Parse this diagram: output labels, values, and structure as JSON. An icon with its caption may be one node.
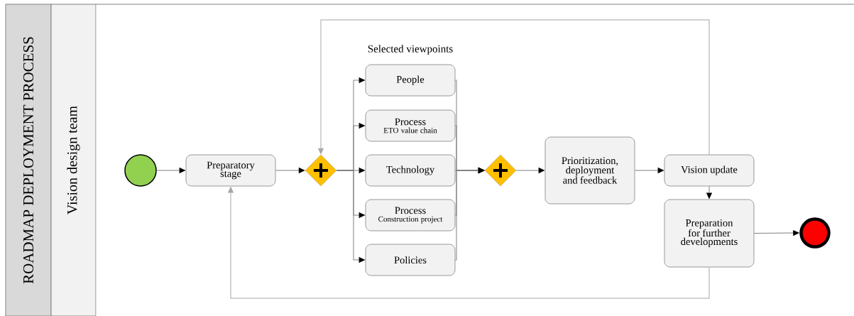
{
  "diagram": {
    "nodes": [
      {
        "text": [
          "ROADMAP DEPLOYMENT PROCESS"
        ]
      },
      {
        "text": [
          "Vision design team"
        ]
      },
      {
        "text": [],
        "shape": "circle"
      },
      {
        "text": [
          "Preparatory stage"
        ]
      },
      {
        "text": [],
        "shape": "diamond"
      },
      {
        "text": [
          "People"
        ]
      },
      {
        "text": [
          "Process",
          "ETO value chain"
        ]
      },
      {
        "text": [
          "Technology"
        ]
      },
      {
        "text": [
          "Process",
          "Construction project"
        ]
      },
      {
        "text": [
          "Policies"
        ]
      },
      {
        "text": [],
        "shape": "diamond"
      },
      {
        "text": [
          "Prioritization, deployment and feedback"
        ]
      },
      {
        "text": [
          "Vision update"
        ]
      },
      {
        "text": [
          "Preparation for further developments"
        ]
      },
      {
        "text": [],
        "shape": "circle"
      }
    ],
    "edges": [
      {
        "from": 2,
        "to": 3,
        "arrow": "to"
      },
      {
        "from": 3,
        "to": 4,
        "arrow": "to"
      },
      {
        "from": 4,
        "to": 5,
        "arrow": "to"
      },
      {
        "from": 4,
        "to": 6,
        "arrow": "to"
      },
      {
        "from": 4,
        "to": 7,
        "arrow": "to"
      },
      {
        "from": 4,
        "to": 8,
        "arrow": "to"
      },
      {
        "from": 4,
        "to": 9,
        "arrow": "to"
      },
      {
        "from": 5,
        "to": 10,
        "arrow": "to"
      },
      {
        "from": 6,
        "to": 10,
        "arrow": "to"
      },
      {
        "from": 7,
        "to": 10,
        "arrow": "to"
      },
      {
        "from": 8,
        "to": 10,
        "arrow": "to"
      },
      {
        "from": 9,
        "to": 10,
        "arrow": "to"
      },
      {
        "from": 10,
        "to": 11,
        "arrow": "to"
      },
      {
        "from": 11,
        "to": 12,
        "arrow": "to"
      },
      {
        "from": 12,
        "to": 13,
        "arrow": "to"
      },
      {
        "from": 13,
        "to": 14,
        "arrow": "to"
      },
      {
        "from": 12,
        "to": 4,
        "arrow": "to",
        "color": "#a6a6a6"
      },
      {
        "from": 13,
        "to": 3,
        "arrow": "to",
        "color": "#a6a6a6"
      }
    ],
    "labels": [
      "Selected viewpoints"
    ]
  }
}
